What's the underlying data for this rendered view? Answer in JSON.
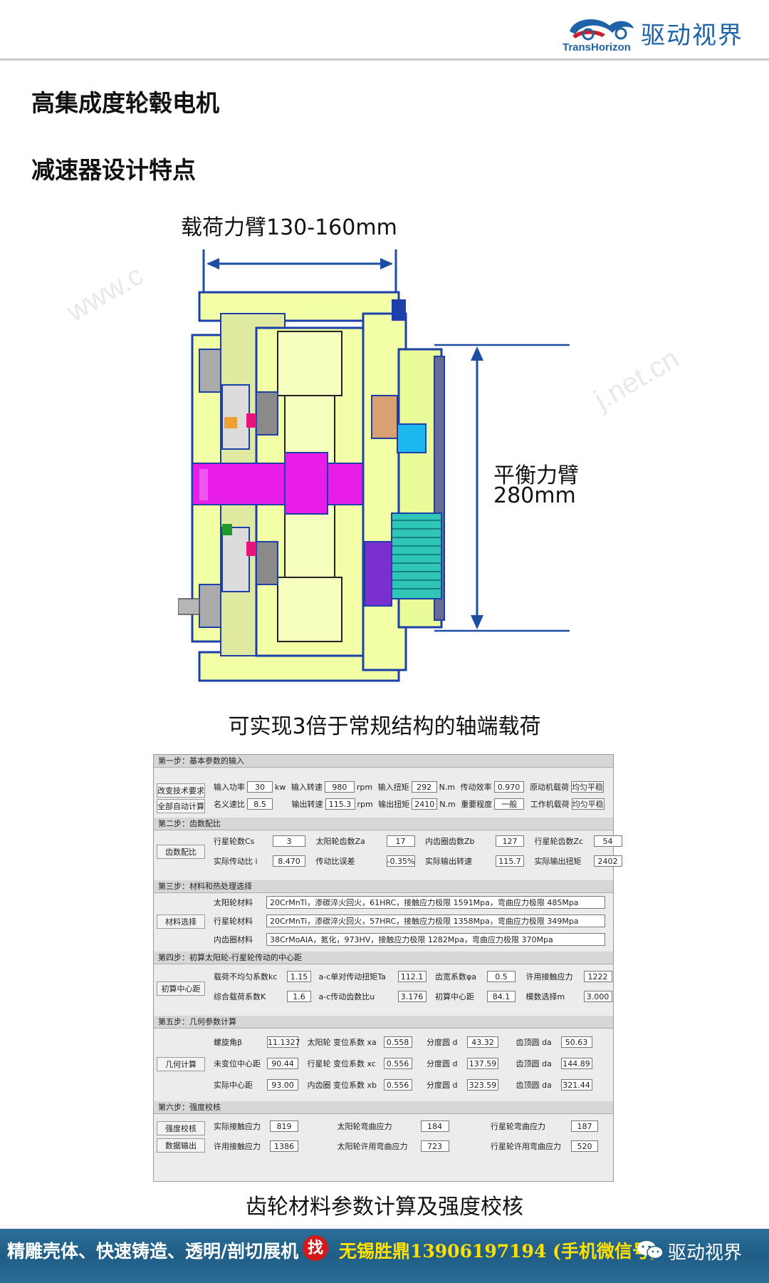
{
  "header": {
    "logo_latin": "TransHorizon",
    "logo_cn": "驱动视界"
  },
  "page": {
    "title": "高集成度轮毂电机",
    "subtitle": "减速器设计特点"
  },
  "diagram": {
    "load_arm_label": "载荷力臂130-160mm",
    "balance_arm_label_1": "平衡力臂",
    "balance_arm_label_2": "280mm",
    "caption": "可实现3倍于常规结构的轴端载荷"
  },
  "watermark": {
    "text_1": "www.c",
    "text_2": "j.net.cn"
  },
  "calc_panel": {
    "caption": "齿轮材料参数计算及强度校核",
    "step1": {
      "title": "第一步：基本参数的输入",
      "buttons": [
        "改变技术要求",
        "全部自动计算"
      ],
      "rows": [
        [
          {
            "label": "输入功率",
            "value": "30",
            "unit": "kw"
          },
          {
            "label": "输入转速",
            "value": "980",
            "unit": "rpm"
          },
          {
            "label": "输入扭矩",
            "value": "292",
            "unit": "N.m"
          },
          {
            "label": "传动效率",
            "value": "0.970",
            "unit": ""
          },
          {
            "label": "原动机载荷",
            "value": "均匀平稳",
            "unit": ""
          }
        ],
        [
          {
            "label": "名义速比",
            "value": "8.5",
            "unit": ""
          },
          {
            "label": "输出转速",
            "value": "115.3",
            "unit": "rpm"
          },
          {
            "label": "输出扭矩",
            "value": "2410",
            "unit": "N.m"
          },
          {
            "label": "重要程度",
            "value": "一般",
            "unit": ""
          },
          {
            "label": "工作机载荷",
            "value": "均匀平稳",
            "unit": ""
          }
        ]
      ]
    },
    "step2": {
      "title": "第二步：齿数配比",
      "button": "齿数配比",
      "rows": [
        [
          {
            "label": "行星轮数Cs",
            "value": "3"
          },
          {
            "label": "太阳轮齿数Za",
            "value": "17"
          },
          {
            "label": "内齿圈齿数Zb",
            "value": "127"
          },
          {
            "label": "行星轮齿数Zc",
            "value": "54"
          }
        ],
        [
          {
            "label": "实际传动比 i",
            "value": "8.470"
          },
          {
            "label": "传动比误差",
            "value": "-0.35%"
          },
          {
            "label": "实际输出转速",
            "value": "115.7"
          },
          {
            "label": "实际输出扭矩",
            "value": "2402"
          }
        ]
      ]
    },
    "step3": {
      "title": "第三步：材料和热处理选择",
      "button": "材料选择",
      "rows": [
        {
          "label": "太阳轮材料",
          "value": "20CrMnTi，渗碳淬火回火，61HRC，接触应力极限 1591Mpa，弯曲应力极限 485Mpa"
        },
        {
          "label": "行星轮材料",
          "value": "20CrMnTi，渗碳淬火回火，57HRC，接触应力极限 1358Mpa，弯曲应力极限 349Mpa"
        },
        {
          "label": "内齿圈材料",
          "value": "38CrMoAlA，氮化，973HV，接触应力极限 1282Mpa，弯曲应力极限 370Mpa"
        }
      ]
    },
    "step4": {
      "title": "第四步：初算太阳轮-行星轮传动的中心距",
      "button": "初算中心距",
      "rows": [
        [
          {
            "label": "载荷不均匀系数kc",
            "value": "1.15"
          },
          {
            "label": "a-c单对传动扭矩Ta",
            "value": "112.1"
          },
          {
            "label": "齿宽系数φa",
            "value": "0.5"
          },
          {
            "label": "许用接触应力",
            "value": "1222"
          }
        ],
        [
          {
            "label": "综合载荷系数K",
            "value": "1.6"
          },
          {
            "label": "a-c传动齿数比u",
            "value": "3.176"
          },
          {
            "label": "初算中心距",
            "value": "84.1"
          },
          {
            "label": "模数选择m",
            "value": "3.000"
          }
        ]
      ]
    },
    "step5": {
      "title": "第五步：几何参数计算",
      "button": "几何计算",
      "rows": [
        [
          {
            "label": "螺旋角β",
            "value": "11.1327"
          },
          {
            "label": "太阳轮 变位系数 xa",
            "value": "0.558"
          },
          {
            "label": "分度圆 d",
            "value": "43.32"
          },
          {
            "label": "齿顶圆 da",
            "value": "50.63"
          }
        ],
        [
          {
            "label": "未变位中心距",
            "value": "90.44"
          },
          {
            "label": "行星轮 变位系数 xc",
            "value": "0.556"
          },
          {
            "label": "分度圆 d",
            "value": "137.59"
          },
          {
            "label": "齿顶圆 da",
            "value": "144.89"
          }
        ],
        [
          {
            "label": "实际中心距",
            "value": "93.00"
          },
          {
            "label": "内齿圈 变位系数 xb",
            "value": "0.556"
          },
          {
            "label": "分度圆 d",
            "value": "323.59"
          },
          {
            "label": "齿顶圆 da",
            "value": "321.44"
          }
        ]
      ]
    },
    "step6": {
      "title": "第六步：强度校核",
      "buttons": [
        "强度校核",
        "数据输出"
      ],
      "rows": [
        [
          {
            "label": "实际接触应力",
            "value": "819"
          },
          {
            "label": "太阳轮弯曲应力",
            "value": "184"
          },
          {
            "label": "行星轮弯曲应力",
            "value": "187"
          }
        ],
        [
          {
            "label": "许用接触应力",
            "value": "1386"
          },
          {
            "label": "太阳轮许用弯曲应力",
            "value": "723"
          },
          {
            "label": "行星轮许用弯曲应力",
            "value": "520"
          }
        ]
      ]
    }
  },
  "footer": {
    "ad_text": "精雕壳体、快速铸造、透明/剖切展机",
    "badge": "找",
    "contact": "无锡胜鼎13906197194 (手机微信号)",
    "brand": "驱动视界"
  }
}
